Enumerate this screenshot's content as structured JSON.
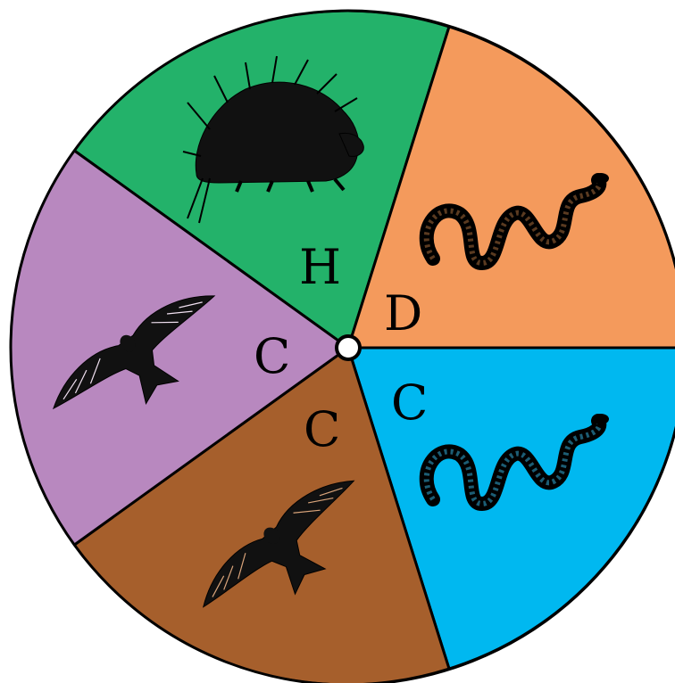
{
  "spinner": {
    "sectors": [
      {
        "id": "porcupine-green",
        "letter": "H",
        "animal": "porcupine-icon",
        "color": "#23b26a"
      },
      {
        "id": "snake-orange",
        "letter": "D",
        "animal": "snake-icon",
        "color": "#f49a5c"
      },
      {
        "id": "snake-blue",
        "letter": "C",
        "animal": "snake-icon",
        "color": "#00b8f0"
      },
      {
        "id": "hawk-brown",
        "letter": "C",
        "animal": "hawk-icon",
        "color": "#a65f2c"
      },
      {
        "id": "hawk-purple",
        "letter": "C",
        "animal": "hawk-icon",
        "color": "#b888bf"
      }
    ],
    "hub_color": "#ffffff",
    "outline_color": "#000000"
  }
}
